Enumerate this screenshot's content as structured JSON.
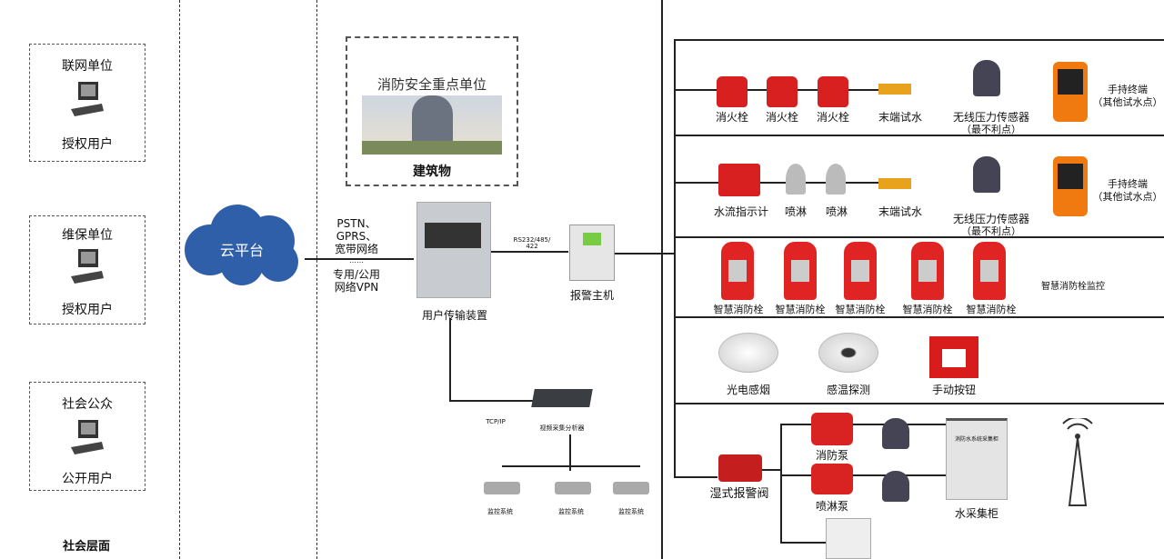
{
  "left": {
    "groups": [
      {
        "title": "联网单位",
        "user": "授权用户"
      },
      {
        "title": "维保单位",
        "user": "授权用户"
      },
      {
        "title": "社会公众",
        "user": "公开用户"
      }
    ],
    "footer": "社会层面"
  },
  "cloud": {
    "label": "云平台",
    "color": "#2f5fa8"
  },
  "network": {
    "line1": "PSTN、",
    "line2": "GPRS、",
    "line3": "宽带网络",
    "dots": "……",
    "line4": "专用/公用",
    "line5": "网络VPN"
  },
  "building": {
    "title": "消防安全重点单位",
    "label": "建筑物"
  },
  "transmitter": {
    "label": "用户传输装置"
  },
  "rs": {
    "label1": "RS232/485/",
    "label2": "422"
  },
  "alarm_host": {
    "label": "报警主机"
  },
  "video": {
    "tcp": "TCP/IP",
    "analyzer": "视频采集分析器",
    "cameras": [
      "监控系统",
      "监控系统",
      "监控系统"
    ]
  },
  "row1": {
    "items": [
      "消火栓",
      "消火栓",
      "消火栓",
      "末端试水"
    ],
    "sensor": "无线压力传感器",
    "sensor_note": "（最不利点）",
    "terminal": "手持终端",
    "terminal_note": "（其他试水点）"
  },
  "row2": {
    "items": [
      "水流指示计",
      "喷淋",
      "喷淋",
      "末端试水"
    ],
    "sensor": "无线压力传感器",
    "sensor_note": "（最不利点）",
    "terminal": "手持终端",
    "terminal_note": "（其他试水点）"
  },
  "row3": {
    "items": [
      "智慧消防栓",
      "智慧消防栓",
      "智慧消防栓",
      "智慧消防栓",
      "智慧消防栓"
    ],
    "note": "智慧消防栓监控"
  },
  "row4": {
    "items": [
      "光电感烟",
      "感温探测",
      "手动按钮"
    ]
  },
  "row5": {
    "valve": "湿式报警阀",
    "pump1": "消防泵",
    "pump2": "喷淋泵",
    "cabinet": "水采集柜",
    "cabinet_title": "消防水系统采集柜"
  }
}
